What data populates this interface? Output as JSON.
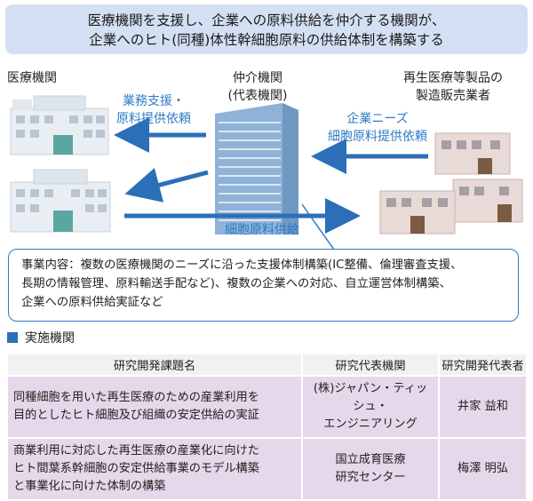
{
  "header": {
    "line1": "医療機関を支援し、企業への原料供給を仲介する機関が、",
    "line2": "企業へのヒト(同種)体性幹細胞原料の供給体制を構築する"
  },
  "diagram": {
    "medical_label": "医療機関",
    "broker_label_1": "仲介機関",
    "broker_label_2": "(代表機関)",
    "maker_label_1": "再生医療等製品の",
    "maker_label_2": "製造販売業者",
    "support_label_1": "業務支援・",
    "support_label_2": "原料提供依頼",
    "needs_label_1": "企業ニーズ",
    "needs_label_2": "細胞原料提供依頼",
    "supply_label": "細胞原料供給",
    "colors": {
      "accent": "#2e7bc4",
      "arrow": "#2b6fb8",
      "banner": "#d3e0f3"
    }
  },
  "description": {
    "line1": "事業内容：複数の医療機関のニーズに沿った支援体制構築(IC整備、倫理審査支援、",
    "line2": "長期の情報管理、原料輸送手配など)、複数の企業への対応、自立運営体制構築、",
    "line3": "企業への原料供給実証など"
  },
  "section": {
    "title": "実施機関"
  },
  "table": {
    "headers": [
      "研究開発課題名",
      "研究代表機関",
      "研究開発代表者"
    ],
    "rows": [
      {
        "title": [
          "同種細胞を用いた再生医療のための産業利用を",
          "目的としたヒト細胞及び組織の安定供給の実証"
        ],
        "org": [
          "(株)ジャパン・ティッシュ・",
          "エンジニアリング"
        ],
        "lead": "井家 益和"
      },
      {
        "title": [
          "商業利用に対応した再生医療の産業化に向けた",
          "ヒト間葉系幹細胞の安定供給事業のモデル構築",
          "と事業化に向けた体制の構築"
        ],
        "org": [
          "国立成育医療",
          "研究センター"
        ],
        "lead": "梅澤 明弘"
      }
    ]
  }
}
